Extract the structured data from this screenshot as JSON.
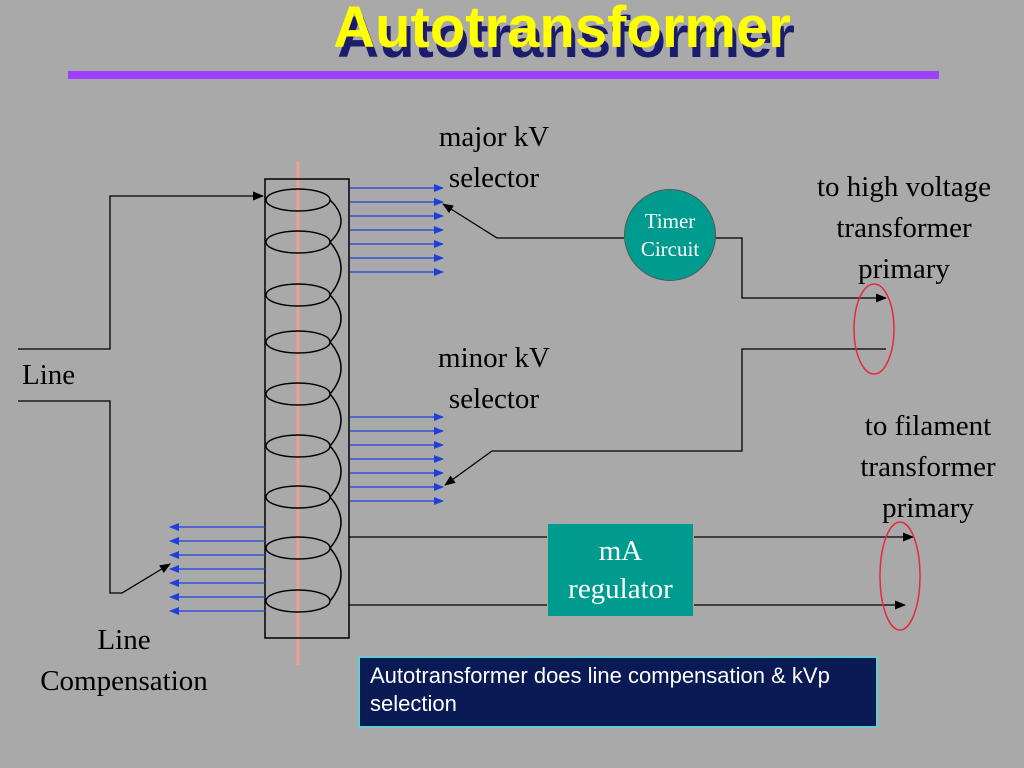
{
  "title": "Autotransformer",
  "labels": {
    "major_kv": "major kV\nselector",
    "minor_kv": "minor kV\nselector",
    "hv_primary": "to high voltage\ntransformer\nprimary",
    "filament_primary": "to filament\ntransformer\nprimary",
    "line": "Line",
    "line_comp": "Line\nCompensation"
  },
  "timer": "Timer\nCircuit",
  "ma_regulator": "mA\nregulator",
  "caption": "Autotransformer does line compensation & kVp selection",
  "colors": {
    "background": "#a9a9a9",
    "title": "#ffff00",
    "title_shadow": "#1c1c6e",
    "rule": "#a040ff",
    "tap_arrows": "#1f3fdc",
    "boxes": "#009b8f",
    "ellipses": "#e8283c",
    "core": "#f0a090",
    "caption_bg": "#0a1a55"
  }
}
